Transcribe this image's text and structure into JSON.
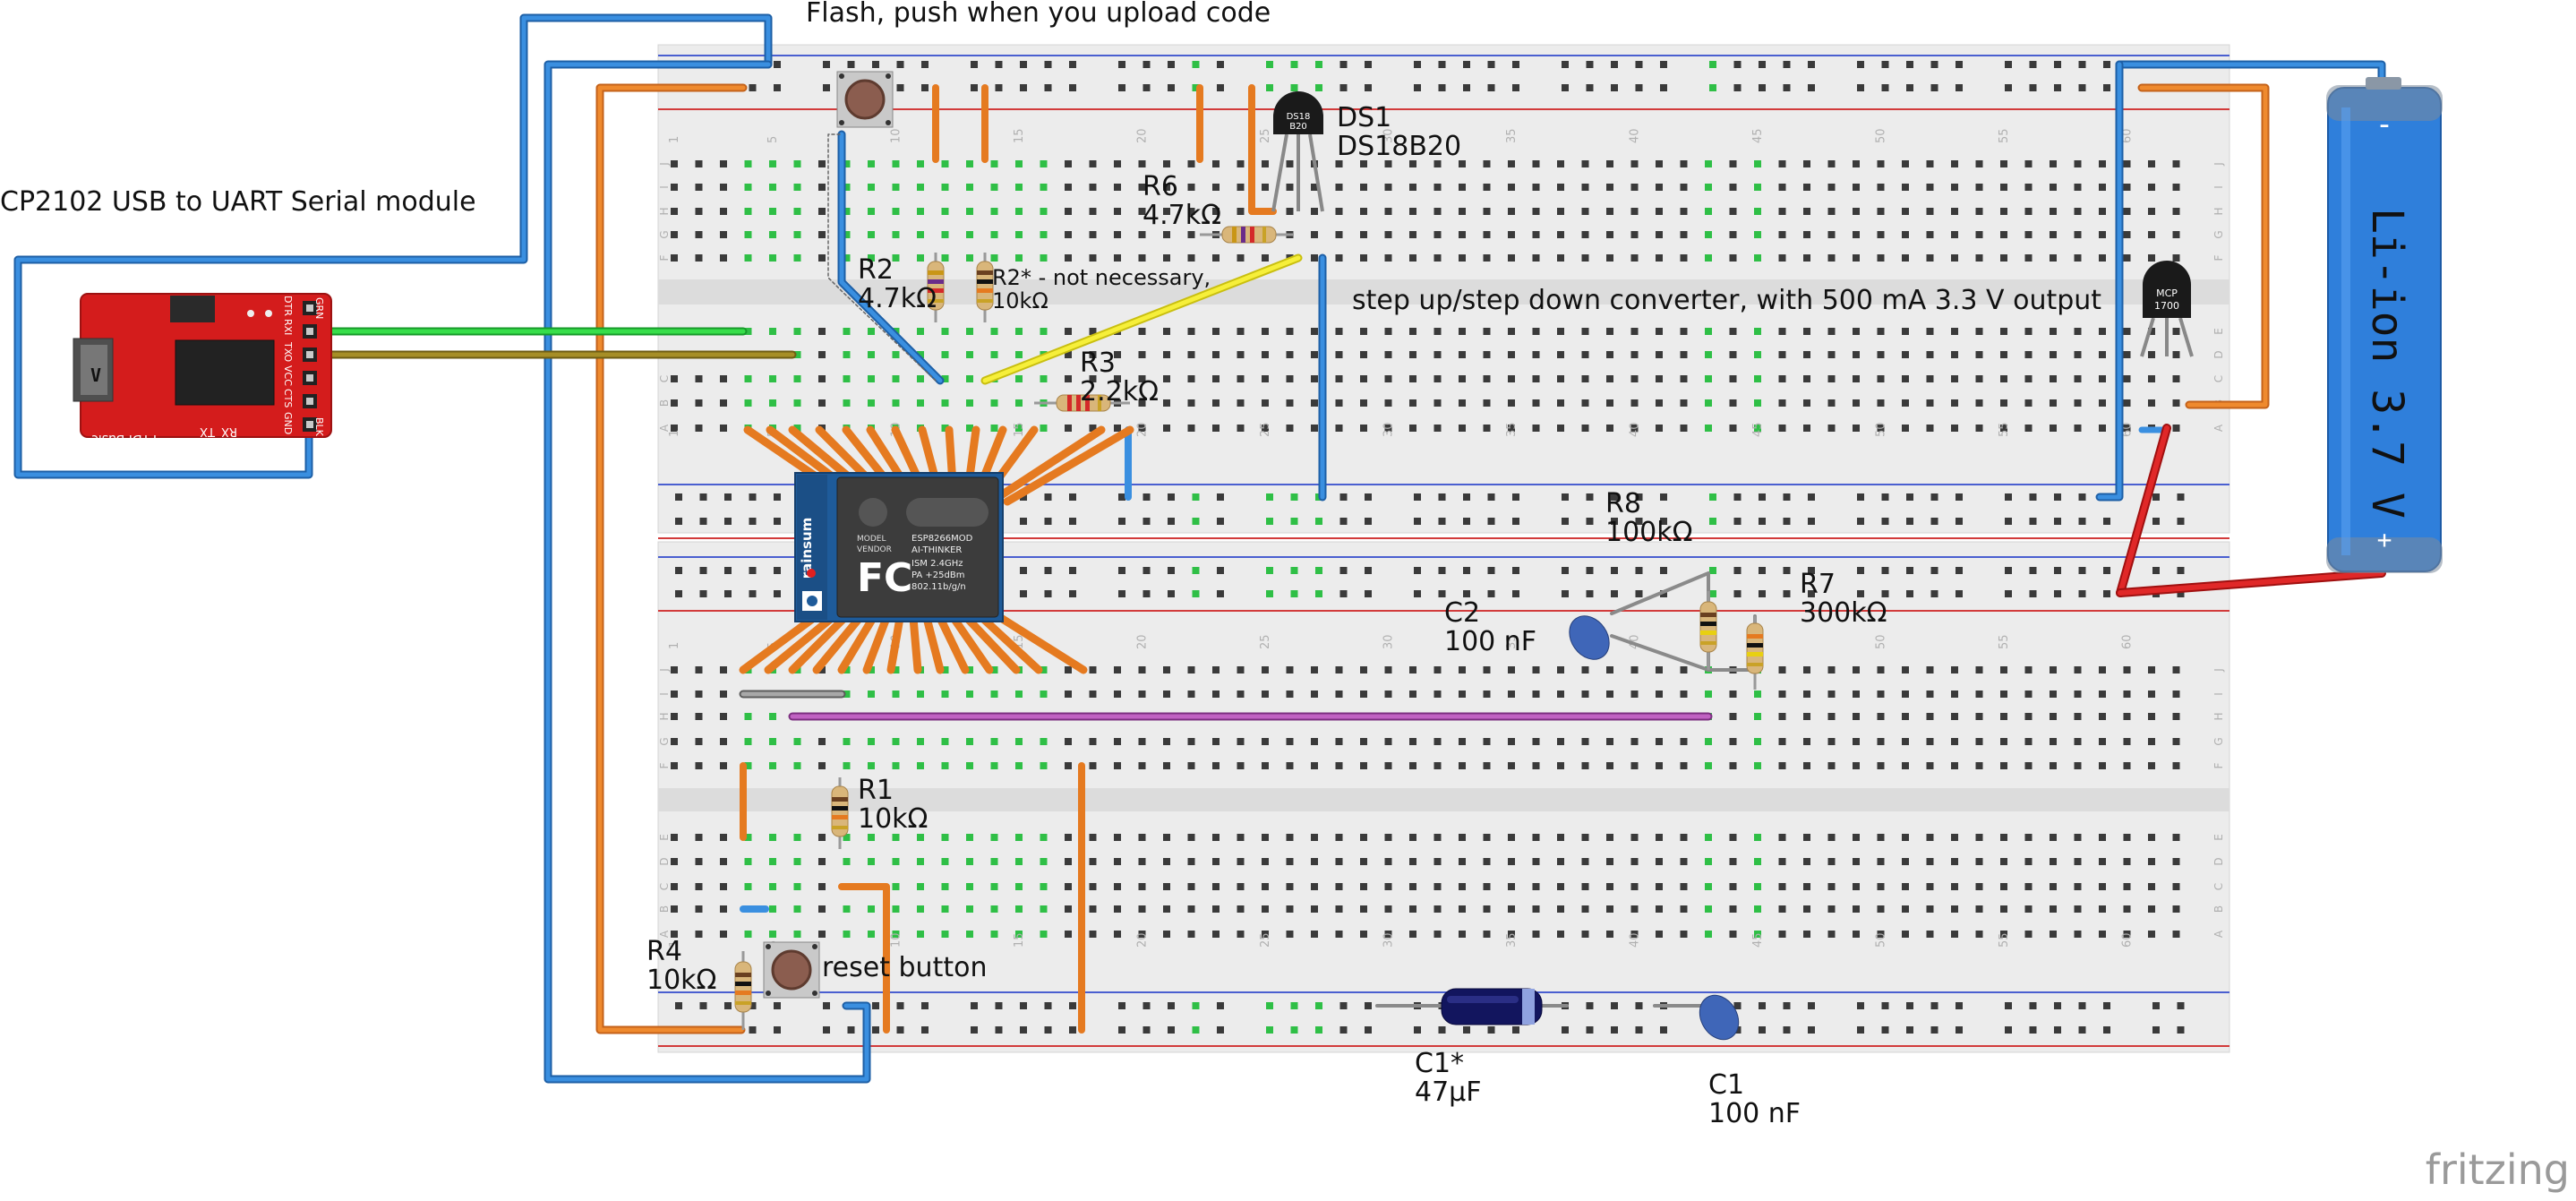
{
  "diagram": {
    "titles": {
      "flash": "Flash, push when you upload code",
      "usb_module": "CP2102 USB to UART Serial module",
      "converter": "step up/step down converter, with 500 mA 3.3 V output",
      "reset": "reset button"
    },
    "components": {
      "ds1": {
        "ref": "DS1",
        "value": "DS18B20",
        "marking": "DS18\nB20"
      },
      "r6": {
        "ref": "R6",
        "value": "4.7kΩ"
      },
      "r2": {
        "ref": "R2",
        "value": "4.7kΩ"
      },
      "r2b": {
        "ref": "R2* - not necessary,",
        "value": "10kΩ"
      },
      "r3": {
        "ref": "R3",
        "value": "2.2kΩ"
      },
      "r8": {
        "ref": "R8",
        "value": "100kΩ"
      },
      "r7": {
        "ref": "R7",
        "value": "300kΩ"
      },
      "c2": {
        "ref": "C2",
        "value": "100 nF"
      },
      "r1": {
        "ref": "R1",
        "value": "10kΩ"
      },
      "r4": {
        "ref": "R4",
        "value": "10kΩ"
      },
      "c1star": {
        "ref": "C1*",
        "value": "47µF"
      },
      "c1": {
        "ref": "C1",
        "value": "100 nF"
      },
      "mcp": {
        "marking_1": "MCP",
        "marking_2": "1700"
      }
    },
    "battery": {
      "label": "Li-ion 3.7 V",
      "minus": "-",
      "plus": "+"
    },
    "esp": {
      "brand": "rainsum",
      "model": "MODEL",
      "vendor": "VENDOR",
      "line1": "ESP8266MOD",
      "line2": "AI-THINKER",
      "line3": "ISM 2.4GHz",
      "line4": "PA +25dBm",
      "line5": "802.11b/g/n",
      "fc": "FC"
    },
    "ftdi": {
      "pins": [
        "DTR",
        "RXI",
        "TXO",
        "VCC",
        "CTS",
        "GND"
      ],
      "grn": "GRN",
      "blk": "BLK",
      "tx": "TX",
      "rx": "RX",
      "basic": "FTDI Basic"
    },
    "breadboard": {
      "column_numbers": [
        "1",
        "5",
        "10",
        "15",
        "20",
        "25",
        "30",
        "35",
        "40",
        "45",
        "50",
        "55",
        "60"
      ],
      "row_letters_top": [
        "J",
        "I",
        "H",
        "G",
        "F",
        "E",
        "D",
        "C",
        "B",
        "A"
      ]
    },
    "watermark": "fritzing",
    "colors": {
      "wire_blue": "#2f7fd1",
      "wire_orange": "#e57a20",
      "wire_green": "#22c232",
      "wire_olive": "#9a8420",
      "wire_yellow": "#f2e81e",
      "wire_purple": "#b04fb3",
      "wire_red": "#d01818",
      "wire_grey": "#8a8a8a",
      "ftdi_red": "#d41c1c",
      "esp_blue": "#1e5b9a",
      "battery_blue": "#2f7fdb"
    }
  }
}
